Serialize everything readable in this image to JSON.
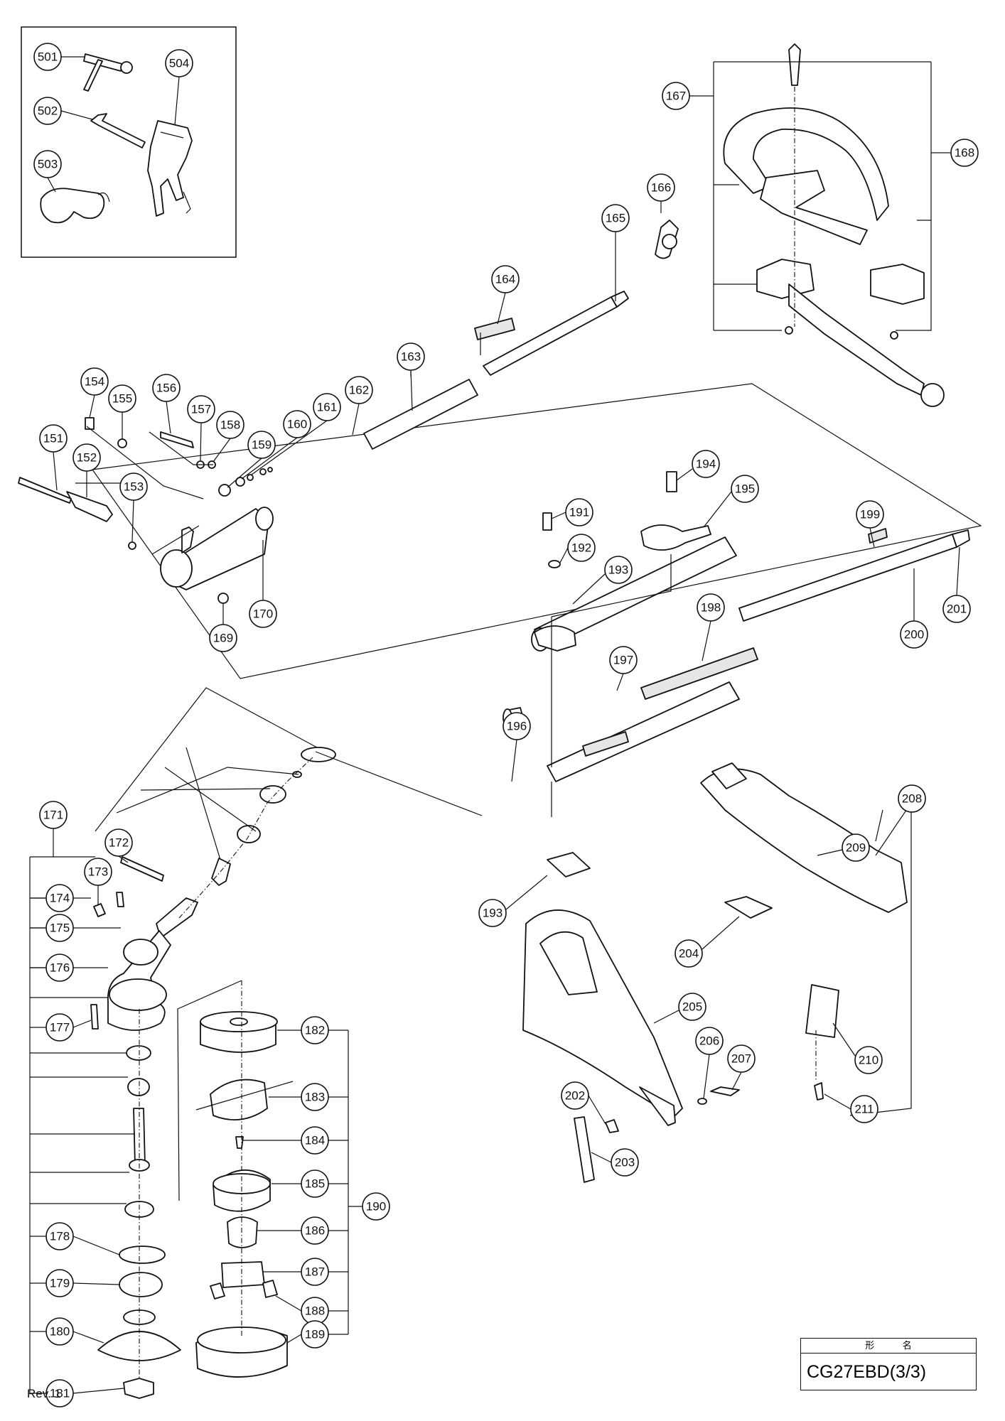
{
  "sheet": {
    "title_label": "形 名",
    "model": "CG27EBD(3/3)",
    "revision": "Rev. 1"
  },
  "callouts": [
    "501",
    "502",
    "503",
    "504",
    "151",
    "152",
    "153",
    "154",
    "155",
    "156",
    "157",
    "158",
    "159",
    "160",
    "161",
    "162",
    "163",
    "164",
    "165",
    "166",
    "167",
    "168",
    "169",
    "170",
    "171",
    "172",
    "173",
    "174",
    "175",
    "176",
    "177",
    "178",
    "179",
    "180",
    "181",
    "182",
    "183",
    "184",
    "185",
    "186",
    "187",
    "188",
    "189",
    "190",
    "191",
    "192",
    "193",
    "193",
    "194",
    "195",
    "196",
    "197",
    "198",
    "199",
    "200",
    "201",
    "202",
    "203",
    "204",
    "205",
    "206",
    "207",
    "208",
    "209",
    "210",
    "211"
  ]
}
